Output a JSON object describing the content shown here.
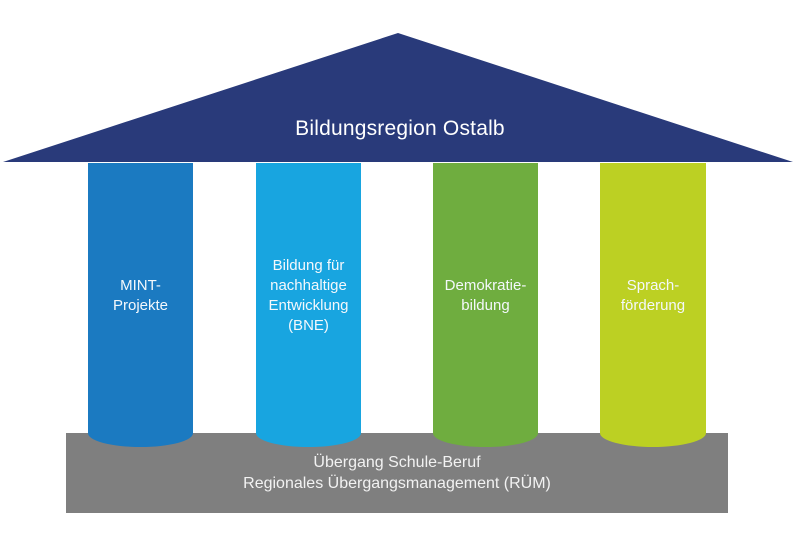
{
  "diagram": {
    "title": "Bildungsregion Ostalb",
    "roof_color": "#293a7a",
    "text_color": "#ffffff",
    "background_color": "#ffffff",
    "pillars": [
      {
        "id": "mint",
        "label": "MINT-\nProjekte",
        "color": "#1b7ac1"
      },
      {
        "id": "bne",
        "label": "Bildung für\nnachhaltige\nEntwicklung\n(BNE)",
        "color": "#18a5e0"
      },
      {
        "id": "demokratie",
        "label": "Demokratie-\nbildung",
        "color": "#6fad3f"
      },
      {
        "id": "sprache",
        "label": "Sprach-\nförderung",
        "color": "#bcd023"
      }
    ],
    "base": {
      "label": "Übergang Schule-Beruf\nRegionales Übergangsmanagement (RÜM)",
      "color": "#7f7f7f"
    }
  }
}
